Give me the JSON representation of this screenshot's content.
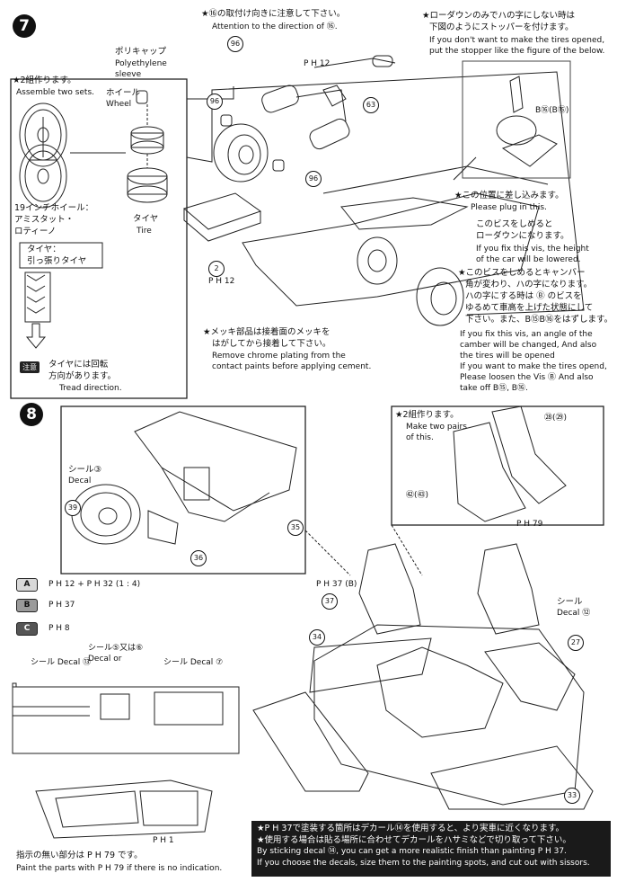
{
  "step7": {
    "number": "7",
    "assemble_jp": "★2組作ります。",
    "assemble_en": "Assemble two sets.",
    "poly_jp": "ポリキャップ",
    "poly_en1": "Polyethylene",
    "poly_en2": "sleeve",
    "wheel_jp": "ホイール",
    "wheel_en": "Wheel",
    "wheel19_1": "19インチホイール：",
    "wheel19_2": "アミスタット・",
    "wheel19_3": "ロティーノ",
    "tire_jp": "タイヤ",
    "tire_en": "Tire",
    "tire_box_1": "タイヤ：",
    "tire_box_2": "引っ張りタイヤ",
    "tread_tag": "注意",
    "tread_jp1": "タイヤには回転",
    "tread_jp2": "方向があります。",
    "tread_en": "Tread direction.",
    "attention_jp": "★⑯の取付け向きに注意して下さい。",
    "attention_en": "Attention to the direction of ⑯.",
    "lowdown_jp1": "★ローダウンのみでハの字にしない時は",
    "lowdown_jp2": "下図のようにストッパーを付けます。",
    "lowdown_en1": "If you don't want to make the tires opened,",
    "lowdown_en2": "put the stopper like the figure of the below.",
    "b66_label": "B⑯(B⑮)",
    "plug_jp": "★この位置に差し込みます。",
    "plug_en": "Please plug in this.",
    "vis_jp1": "このビスをしめると",
    "vis_jp2": "ローダウンになります。",
    "vis_en1": "If you fix this vis, the height",
    "vis_en2": "of the car will be lowered.",
    "camber_jp1": "★このビスをしめるとキャンバー",
    "camber_jp2": "角が変わり、ハの字になります。",
    "camber_jp3": "ハの字にする時は Ⓑ のビスを",
    "camber_jp4": "ゆるめて車高を上げた状態にして",
    "camber_jp5": "下さい。また、B⑮B⑯をはずします。",
    "camber_en1": "If you fix this vis, an angle of the",
    "camber_en2": "camber will be changed, And also",
    "camber_en3": "the tires will be opened",
    "camber_en4": "If you want to make the tires opend,",
    "camber_en5": "Please loosen the Vis Ⓑ And also",
    "camber_en6": "take off B⑮, B⑯.",
    "chrome_jp1": "★メッキ部品は接着面のメッキを",
    "chrome_jp2": "はがしてから接着して下さい。",
    "chrome_en1": "Remove chrome plating from the",
    "chrome_en2": "contact paints before applying cement.",
    "part_96": "96",
    "part_63": "63",
    "part_2": "2",
    "ph12": "P H 12"
  },
  "step8": {
    "number": "8",
    "decal_jp": "シール③",
    "decal_en": "Decal",
    "part_39": "39",
    "part_35": "35",
    "part_36": "36",
    "part_37": "37",
    "part_34": "34",
    "part_33": "33",
    "part_27": "27",
    "part_28": "㉘(㉙)",
    "part_42": "㊷(㊸)",
    "make_pairs_jp": "★2組作ります。",
    "make_pairs_en1": "Make two pairs",
    "make_pairs_en2": "of this.",
    "ph79": "P H 79",
    "ph37b": "P H 37 (B)",
    "decal12_jp": "シール",
    "decal12_en": "Decal ⑫",
    "legend": [
      {
        "key": "A",
        "text": "P H 12 + P H 32 (1 : 4)"
      },
      {
        "key": "B",
        "text": "P H 37"
      },
      {
        "key": "C",
        "text": "P H 8"
      }
    ],
    "dash_decal13": "シール Decal ⑬",
    "dash_decal56": "シール⑤又は⑥",
    "dash_decal56_en": "Decal  or",
    "dash_decal7": "シール Decal ⑦",
    "ph1": "P H 1",
    "noindication_jp": "指示の無い部分は P H 79 です。",
    "noindication_en": "Paint the parts with P H 79 if there is no indication.",
    "bottom_note": [
      "★P H 37で塗装する箇所はデカール⑭を使用すると、より実車に近くなります。",
      "★使用する場合は貼る場所に合わせてデカールをハサミなどで切り取って下さい。",
      "By sticking decal ⑭, you can get a more realistic finish than painting P H 37.",
      "If you choose the decals, size them to the painting spots, and cut out with sissors."
    ]
  }
}
